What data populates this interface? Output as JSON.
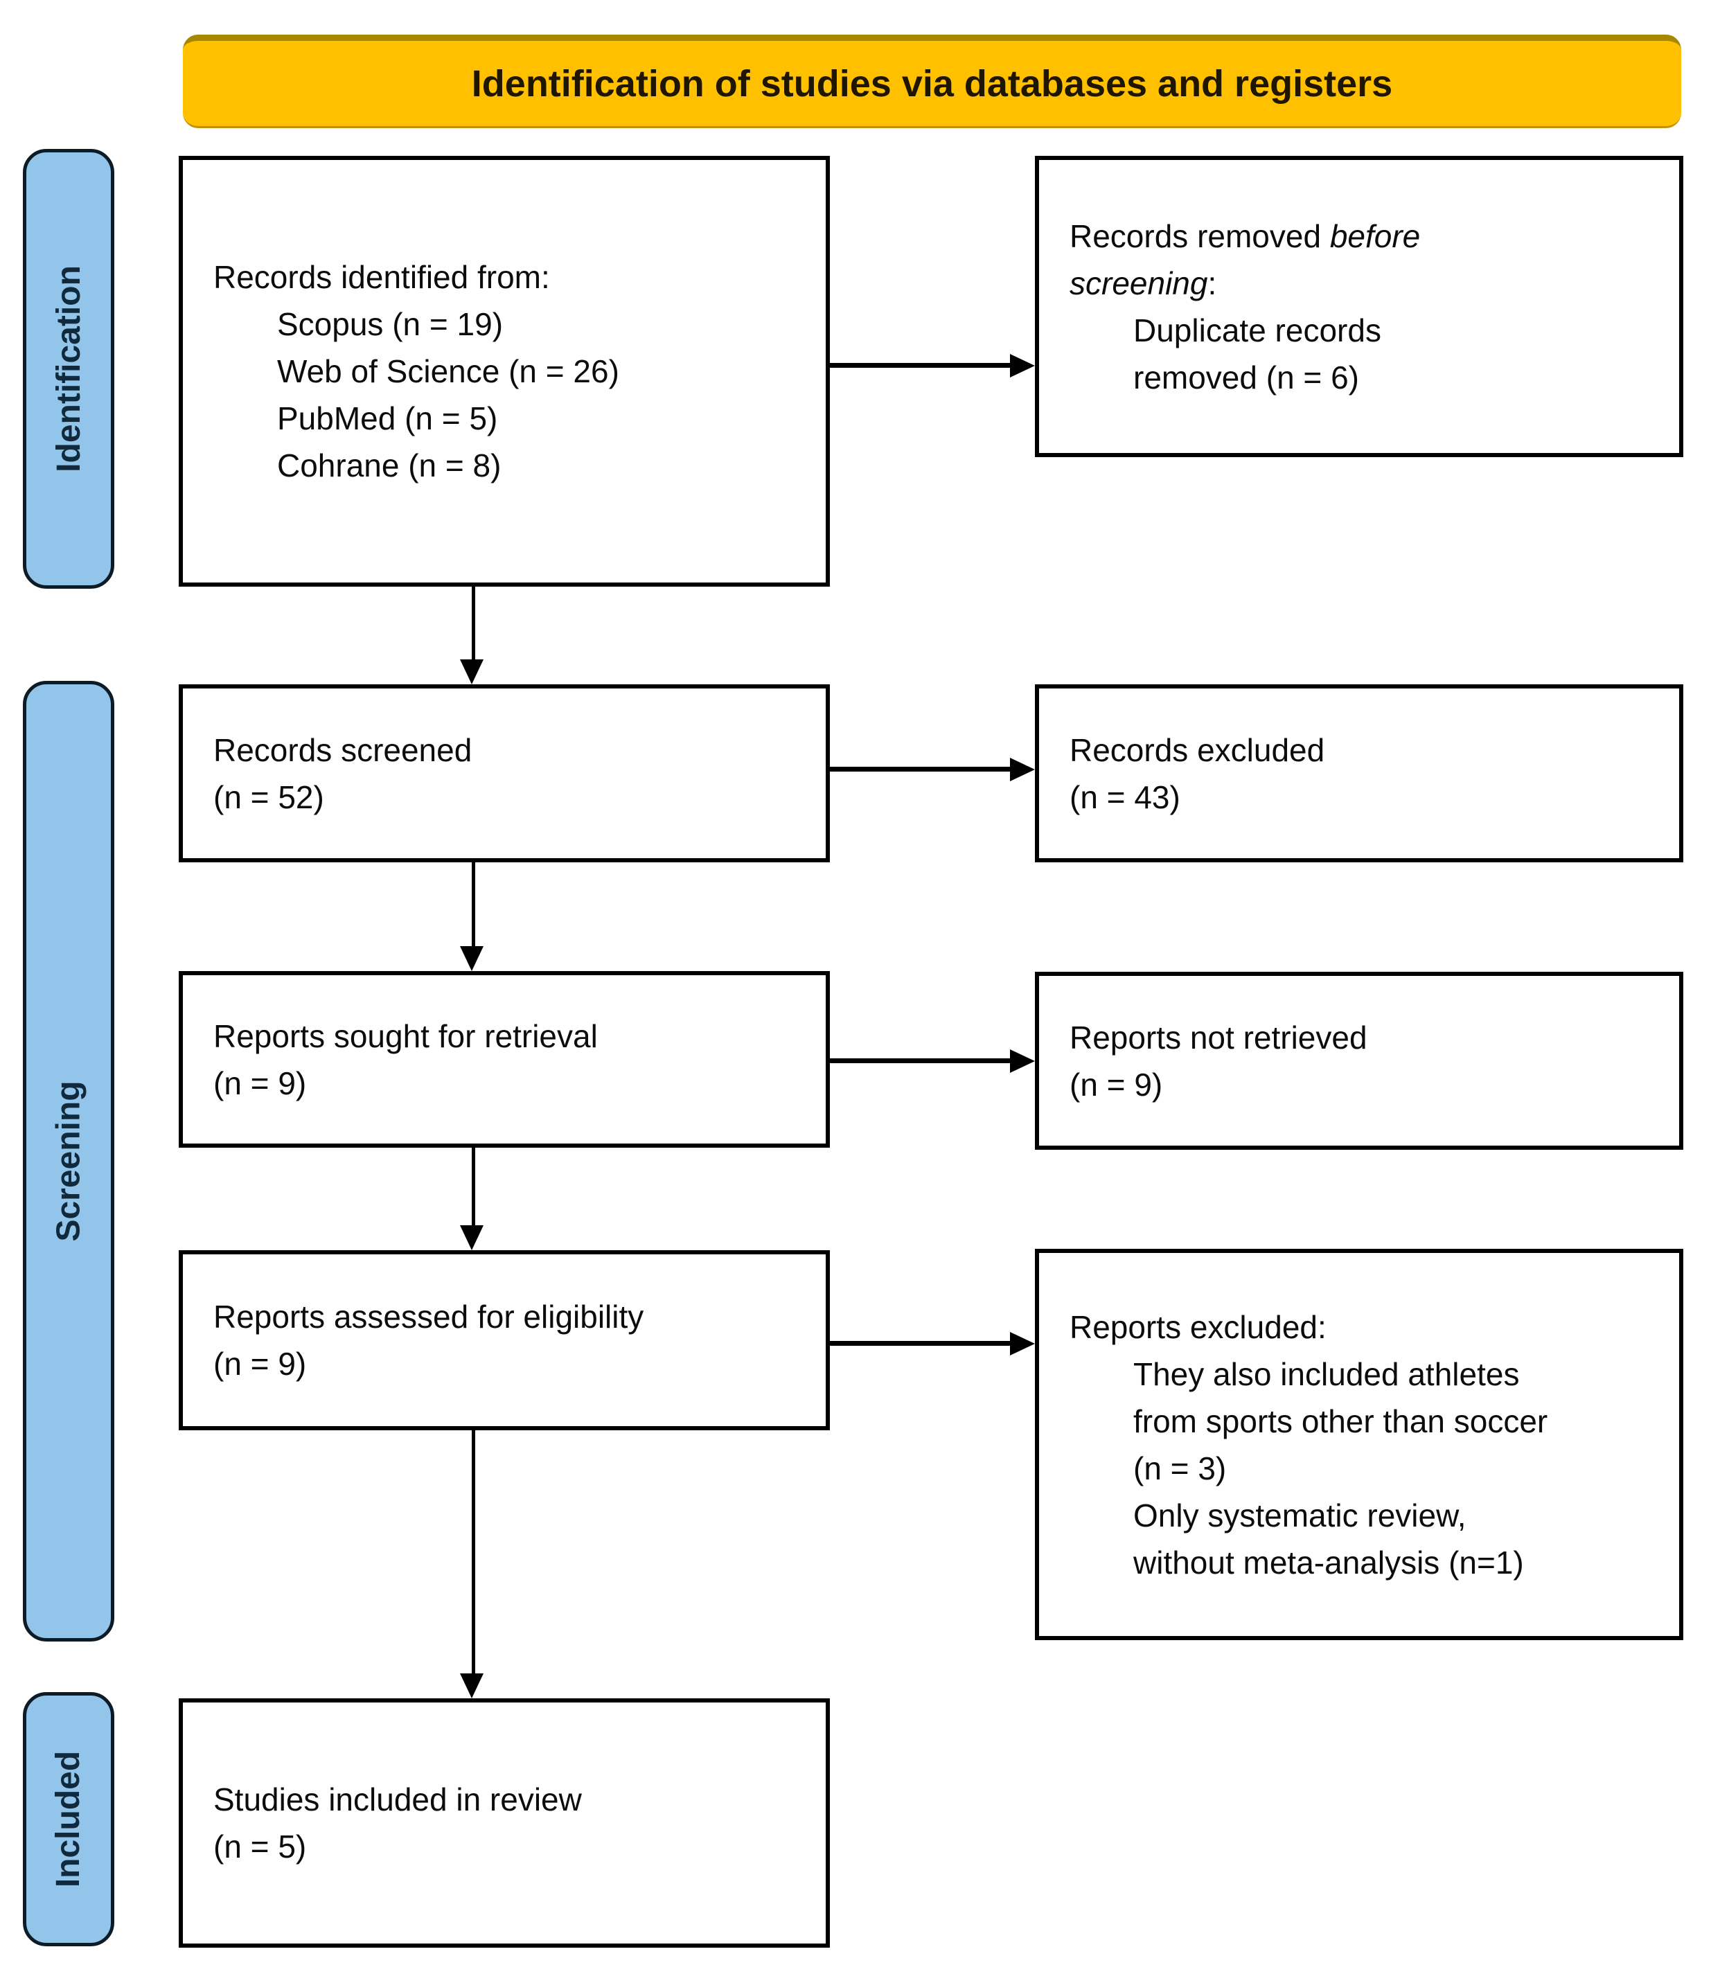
{
  "banner": {
    "title": "Identification of studies via databases and registers"
  },
  "colors": {
    "banner_bg": "#FFC000",
    "banner_edge": "#A98600",
    "banner_edge2": "#C79100",
    "banner_text": "#1F1600",
    "sidebar_bg": "#92C5E9",
    "sidebar_border": "#0D1B26",
    "sidebar_text": "#10293C",
    "box_border": "#000000",
    "text": "#0C0C0C"
  },
  "stages": [
    {
      "label": "Identification"
    },
    {
      "label": "Screening"
    },
    {
      "label": "Included"
    }
  ],
  "boxes": {
    "records_identified": {
      "lines": [
        "Records identified from:",
        "Scopus (n = 19)",
        "Web of Science (n = 26)",
        "PubMed (n = 5)",
        "Cohrane (n = 8)"
      ]
    },
    "records_removed": {
      "line1_pre": "Records removed ",
      "line1_italic": "before",
      "line2_italic": "screening",
      "line2_post": ":",
      "detail_lines": [
        "Duplicate records",
        "removed (n = 6)"
      ]
    },
    "records_screened": {
      "lines": [
        "Records screened",
        "(n = 52)"
      ]
    },
    "records_excluded": {
      "lines": [
        "Records excluded",
        "(n = 43)"
      ]
    },
    "reports_sought": {
      "lines": [
        "Reports sought for retrieval",
        "(n = 9)"
      ]
    },
    "reports_not_retrieved": {
      "lines": [
        "Reports not retrieved",
        "(n = 9)"
      ]
    },
    "reports_assessed": {
      "lines": [
        "Reports assessed for eligibility",
        "(n = 9)"
      ]
    },
    "reports_excluded": {
      "title": "Reports excluded:",
      "detail_lines": [
        "They also included athletes",
        "from sports other than soccer",
        "(n = 3)",
        "Only systematic review,",
        "without meta-analysis (n=1)"
      ]
    },
    "studies_included": {
      "lines": [
        "Studies included in review",
        "(n = 5)"
      ]
    }
  }
}
